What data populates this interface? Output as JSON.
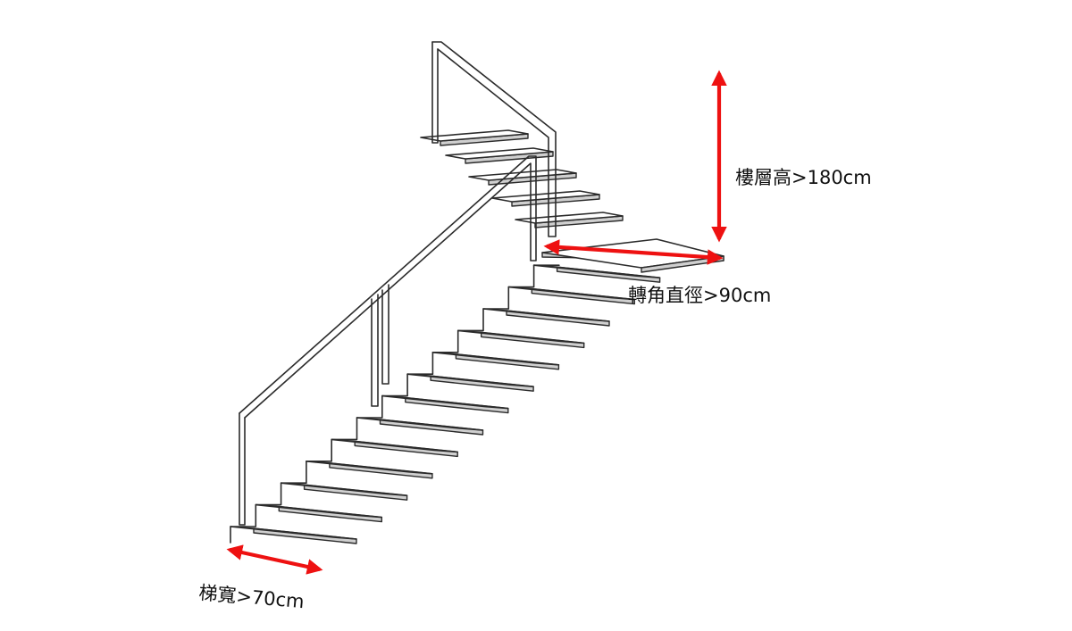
{
  "labels": {
    "floor_height": "樓層高>180cm",
    "landing_diameter": "轉角直徑>90cm",
    "stair_width": "梯寬>70cm"
  },
  "colors": {
    "arrow": "#ee1111",
    "line": "#2b2b2b",
    "tread_side": "#cfcfcf"
  }
}
